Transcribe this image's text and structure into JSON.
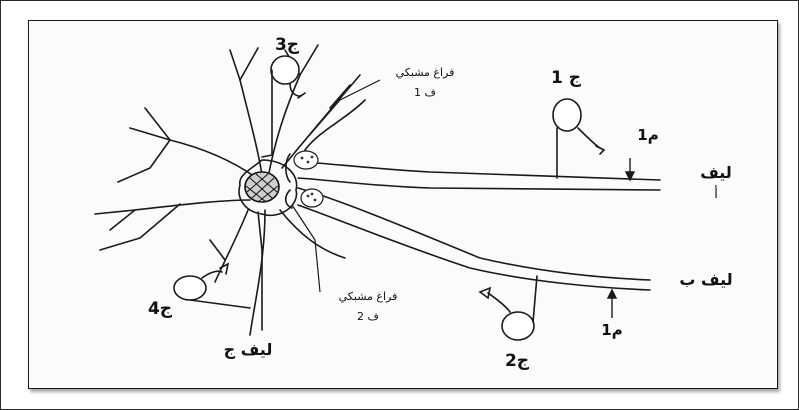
{
  "labels": {
    "electrode_j3": "ج3",
    "electrode_j1": "ج 1",
    "electrode_j2": "ج2",
    "electrode_j4": "ج4",
    "synapse1_line1": "فراغ مشبكي",
    "synapse1_line2": "ف 1",
    "synapse2_line1": "فراغ مشبكي",
    "synapse2_line2": "ف 2",
    "fiber_a_line1": "ليف",
    "fiber_a_line2": "أ",
    "fiber_b": "ليف ب",
    "fiber_j": "ليف ج",
    "m1_upper": "م1",
    "m1_lower": "م1"
  }
}
